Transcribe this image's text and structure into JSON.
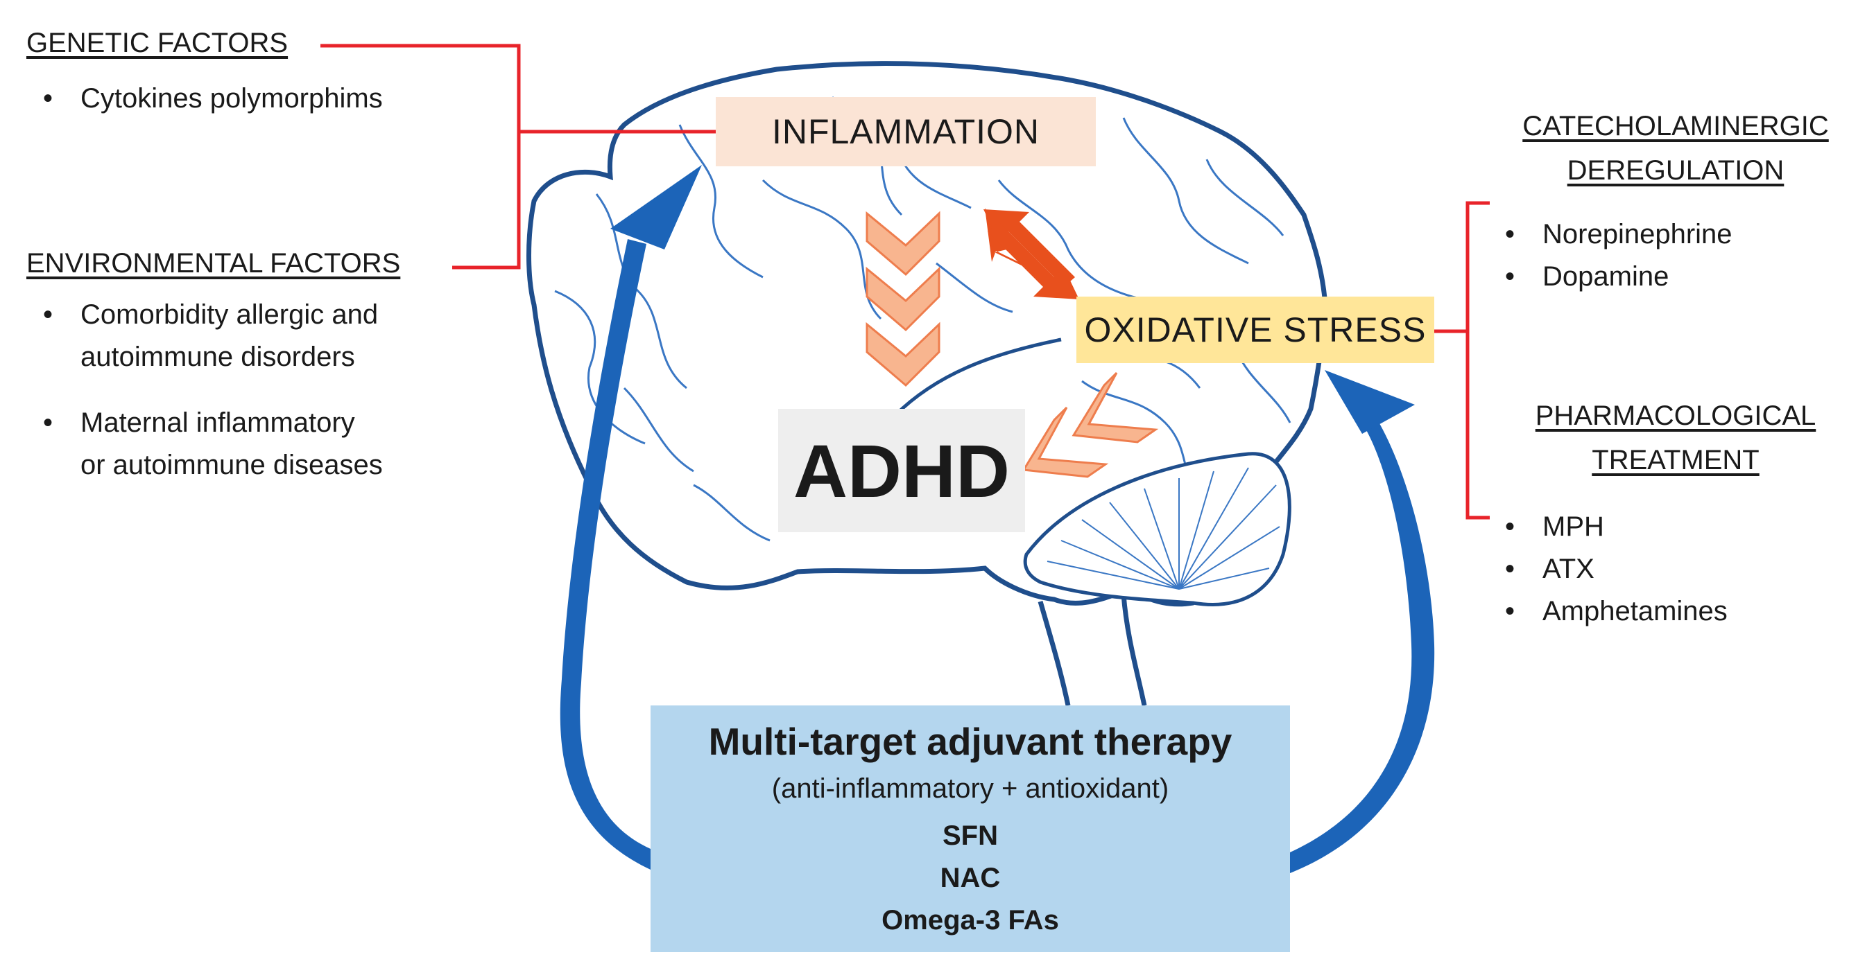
{
  "left": {
    "genetic": {
      "heading": "GENETIC FACTORS",
      "items": [
        "Cytokines polymorphims"
      ]
    },
    "environmental": {
      "heading": "ENVIRONMENTAL FACTORS",
      "items": [
        [
          "Comorbidity allergic  and",
          "autoimmune disorders"
        ],
        [
          "Maternal inflammatory",
          "or autoimmune diseases"
        ]
      ]
    }
  },
  "center": {
    "inflammation": "INFLAMMATION",
    "oxidative_stress": "OXIDATIVE STRESS",
    "adhd": "ADHD"
  },
  "right": {
    "catecholaminergic": {
      "heading_lines": [
        "CATECHOLAMINERGIC",
        "DEREGULATION"
      ],
      "items": [
        "Norepinephrine",
        "Dopamine"
      ]
    },
    "pharmacological": {
      "heading_lines": [
        "PHARMACOLOGICAL",
        "TREATMENT"
      ],
      "items": [
        "MPH",
        "ATX",
        "Amphetamines"
      ]
    }
  },
  "therapy": {
    "title": "Multi-target adjuvant therapy",
    "subtitle": "(anti-inflammatory + antioxidant)",
    "agents": [
      "SFN",
      "NAC",
      "Omega-3 FAs"
    ]
  },
  "bullet_char": "•",
  "colors": {
    "bracket_red": "#e8232a",
    "brain_outline": "#1f4e8c",
    "brain_vein": "#3a77c4",
    "flow_arrow_blue": "#1c64b8",
    "chevron_fill": "#f8b58f",
    "chevron_stroke": "#ee7d4d",
    "double_arrow": "#e8501d",
    "inflammation_bg": "#fbe4d5",
    "oxidative_bg": "#ffe699",
    "adhd_bg": "#eeeeee",
    "therapy_bg": "#b4d6ee"
  }
}
